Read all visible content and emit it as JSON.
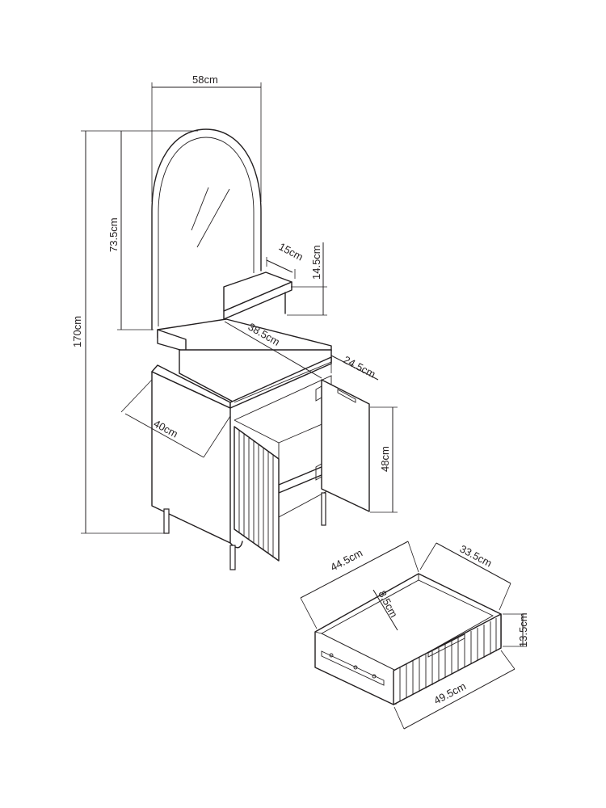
{
  "dimensions": {
    "width_total": "58cm",
    "height_total": "170cm",
    "mirror_height": "73.5cm",
    "shelf_depth": "15cm",
    "shelf_height": "14.5cm",
    "top_width": "38.5cm",
    "cabinet_depth": "40cm",
    "door_width": "24.5cm",
    "door_height": "48cm",
    "drawer_width": "44.5cm",
    "drawer_depth": "33.5cm",
    "drawer_inner_height": "8.5cm",
    "drawer_front_height": "13.5cm",
    "drawer_front_width": "49.5cm"
  }
}
